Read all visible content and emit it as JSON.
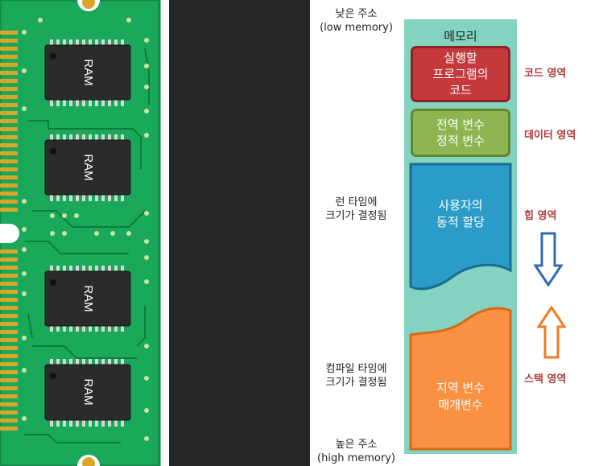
{
  "image": {
    "left_alt": "RAM module",
    "chip_labels": [
      "RAM",
      "RAM",
      "RAM",
      "RAM"
    ]
  },
  "diagram": {
    "low_address": {
      "line1": "낮은 주소",
      "line2": "(low memory)"
    },
    "high_address": {
      "line1": "높은 주소",
      "line2": "(high memory)"
    },
    "runtime_note": {
      "line1": "런 타임에",
      "line2": "크기가 결정됨"
    },
    "compile_note": {
      "line1": "컴파일 타임에",
      "line2": "크기가 결정됨"
    },
    "memory_title": "메모리",
    "segments": {
      "code": {
        "line1": "실행할",
        "line2": "프로그램의",
        "line3": "코드",
        "color": "#c5383c"
      },
      "data": {
        "line1": "전역 변수",
        "line2": "정적 변수",
        "color": "#8db652"
      },
      "heap": {
        "line1": "사용자의",
        "line2": "동적 할당",
        "color": "#2a9cc7"
      },
      "stack": {
        "line1": "지역 변수",
        "line2": "매개변수",
        "color": "#f99042"
      }
    },
    "labels": {
      "code": {
        "text": "코드 영역",
        "color": "#b03a3a"
      },
      "data": {
        "text": "데이터 영역",
        "color": "#b03a3a"
      },
      "heap": {
        "text": "힙 영역",
        "color": "#b03a3a"
      },
      "stack": {
        "text": "스택 영역",
        "color": "#b03a3a"
      }
    },
    "arrows": {
      "heap_direction": "down",
      "heap_color": "#2f6db0",
      "stack_direction": "up",
      "stack_color": "#f07b28"
    }
  }
}
